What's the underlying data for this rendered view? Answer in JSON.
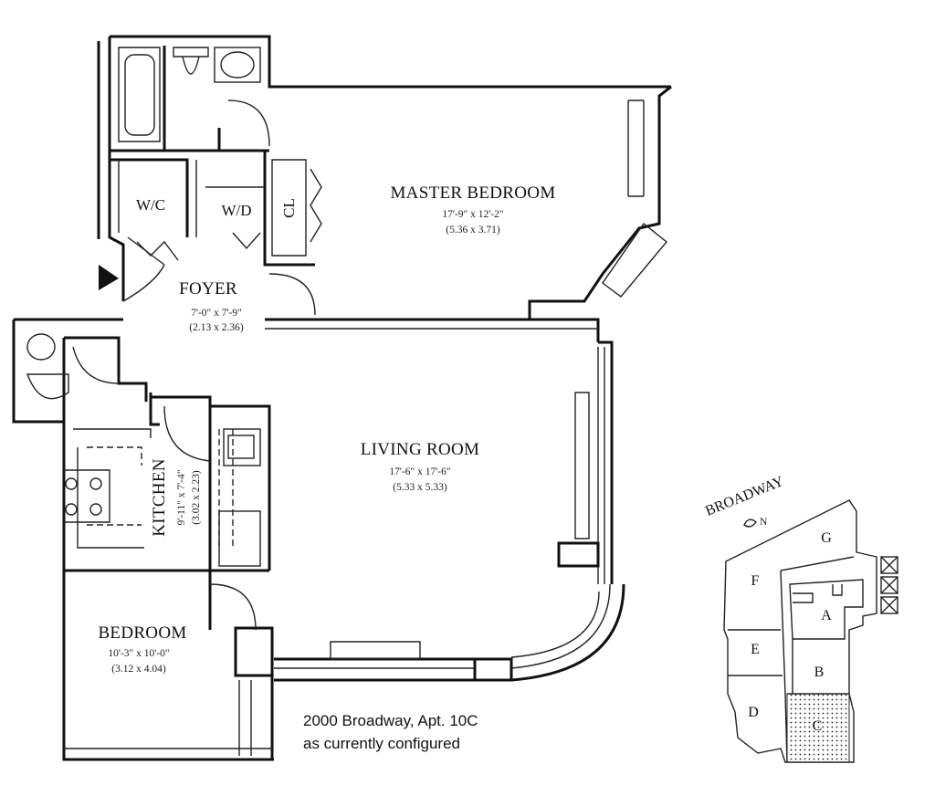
{
  "rooms": {
    "master_bedroom": {
      "name": "MASTER BEDROOM",
      "dims_imperial": "17'-9\" x 12'-2\"",
      "dims_metric": "(5.36 x 3.71)"
    },
    "foyer": {
      "name": "FOYER",
      "dims_imperial": "7'-0\" x 7'-9\"",
      "dims_metric": "(2.13 x 2.36)"
    },
    "living_room": {
      "name": "LIVING ROOM",
      "dims_imperial": "17'-6\" x 17'-6\"",
      "dims_metric": "(5.33 x 5.33)"
    },
    "kitchen": {
      "name": "KITCHEN",
      "dims_imperial": "9'-11\" x 7'-4\"",
      "dims_metric": "(3.02 x 2.23)"
    },
    "bedroom": {
      "name": "BEDROOM",
      "dims_imperial": "10'-3\" x 10'-0\"",
      "dims_metric": "(3.12 x 4.04)"
    }
  },
  "closets": {
    "wc": "W/C",
    "wd": "W/D",
    "cl": "CL"
  },
  "caption": {
    "line1": "2000 Broadway, Apt. 10C",
    "line2": "as currently configured"
  },
  "key_plan": {
    "street": "BROADWAY",
    "north": "N",
    "units": [
      "G",
      "F",
      "A",
      "E",
      "B",
      "D",
      "C"
    ],
    "highlighted_unit": "C"
  }
}
